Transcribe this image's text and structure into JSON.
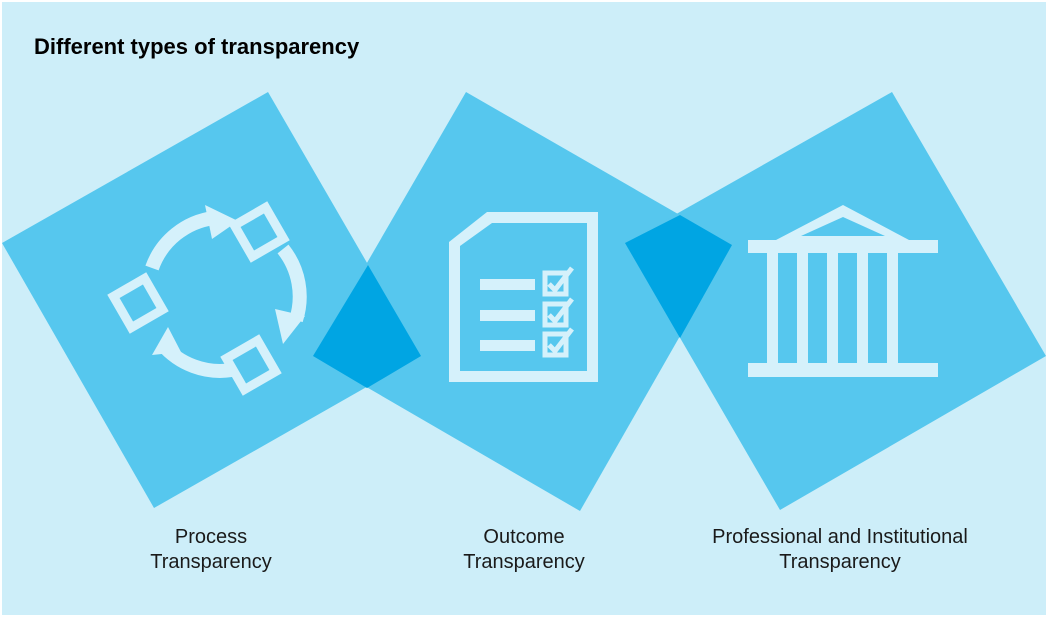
{
  "title": "Different types of transparency",
  "items": [
    {
      "line1": "Process",
      "line2": "Transparency",
      "icon": "cycle-icon"
    },
    {
      "line1": "Outcome",
      "line2": "Transparency",
      "icon": "checklist-document-icon"
    },
    {
      "line1": "Professional and Institutional",
      "line2": "Transparency",
      "icon": "institution-building-icon"
    }
  ],
  "colors": {
    "background": "#cdeef9",
    "square": "#56c7ee",
    "overlap": "#00a5e3",
    "icon": "#d5f1fb",
    "text": "#1a1a1a"
  }
}
